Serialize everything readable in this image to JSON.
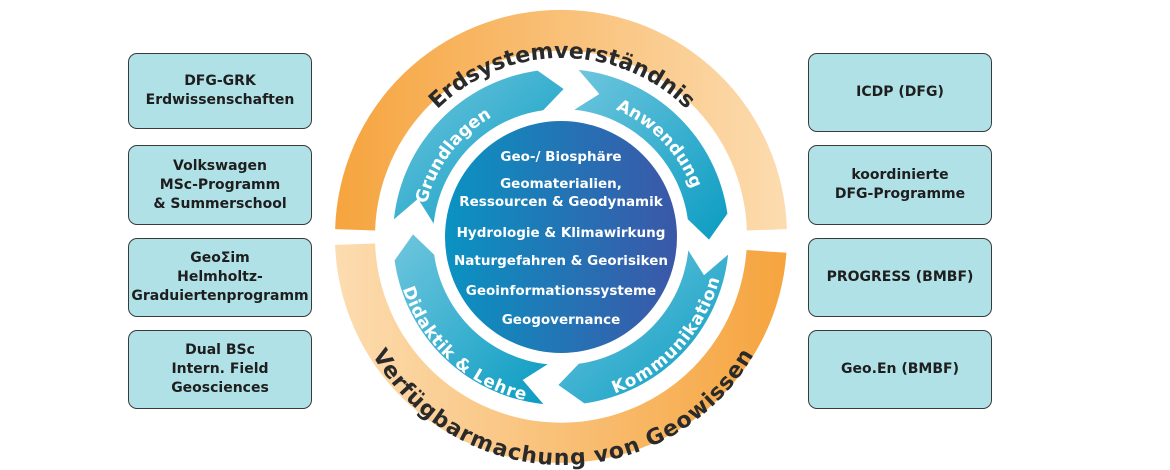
{
  "left_boxes": [
    "DFG-GRK\nErdwissenschaften",
    "Volkswagen\nMSc-Programm\n& Summerschool",
    "GeoΣim\nHelmholtz-\nGraduiertenprogramm",
    "Dual BSc\nIntern. Field Geosciences"
  ],
  "right_boxes": [
    "ICDP (DFG)",
    "koordinierte\nDFG-Programme",
    "PROGRESS  (BMBF)",
    "Geo.En  (BMBF)"
  ],
  "outer_ring": {
    "top": "Erdsystemverständnis",
    "bottom": "Verfügbarmachung von Geowissen"
  },
  "inner_ring": {
    "grundlagen": "Grundlagen",
    "anwendung": "Anwendung",
    "kommunikation": "Kommunikation",
    "didaktik": "Didaktik & Lehre"
  },
  "center_topics": [
    "Geo-/ Biosphäre",
    "Geomaterialien,",
    "Ressourcen & Geodynamik",
    "Hydrologie & Klimawirkung",
    "Naturgefahren & Georisiken",
    "Geoinformationssysteme",
    "Geogovernance"
  ],
  "colors": {
    "box": "#b0e1e6",
    "orange_dark": "#f6a43e",
    "orange_light": "#fcdcb0",
    "teal_dark": "#0b9cc2",
    "teal_light": "#6fc6de",
    "center_left": "#0a93c2",
    "center_right": "#3b57a8"
  }
}
